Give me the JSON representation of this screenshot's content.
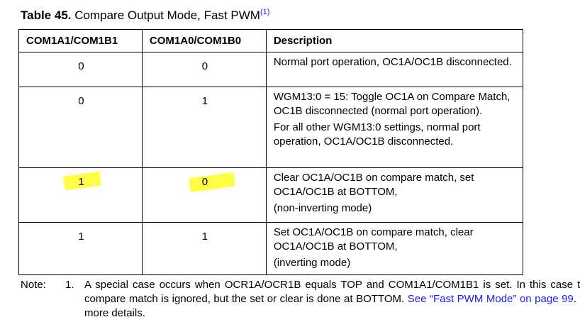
{
  "caption": {
    "number": "Table 45.",
    "title": "Compare Output Mode, Fast PWM",
    "footnote_ref": "(1)"
  },
  "table": {
    "headers": [
      "COM1A1/COM1B1",
      "COM1A0/COM1B0",
      "Description"
    ],
    "rows": [
      {
        "com1": "0",
        "com0": "0",
        "desc": [
          "Normal port operation, OC1A/OC1B disconnected."
        ]
      },
      {
        "com1": "0",
        "com0": "1",
        "desc": [
          "WGM13:0 = 15: Toggle OC1A on Compare Match, OC1B disconnected (normal port operation).",
          "For all other WGM13:0 settings, normal port operation, OC1A/OC1B disconnected."
        ]
      },
      {
        "com1": "1",
        "com0": "0",
        "highlighted": true,
        "desc": [
          "Clear OC1A/OC1B on compare match, set OC1A/OC1B at BOTTOM,",
          "(non-inverting mode)"
        ]
      },
      {
        "com1": "1",
        "com0": "1",
        "desc": [
          "Set OC1A/OC1B on compare match, clear OC1A/OC1B at BOTTOM,",
          "(inverting mode)"
        ]
      }
    ],
    "highlight_color": "#ffff12"
  },
  "note": {
    "label": "Note:",
    "index": "1.",
    "text": "A special case occurs when OCR1A/OCR1B equals TOP and COM1A1/COM1B1 is set. In this case the compare match is ignored, but the set or clear is done at BOTTOM.",
    "link_text": "See “Fast PWM Mode” on page 99",
    "suffix": ". for more details.",
    "link_color": "#1a1aff"
  }
}
